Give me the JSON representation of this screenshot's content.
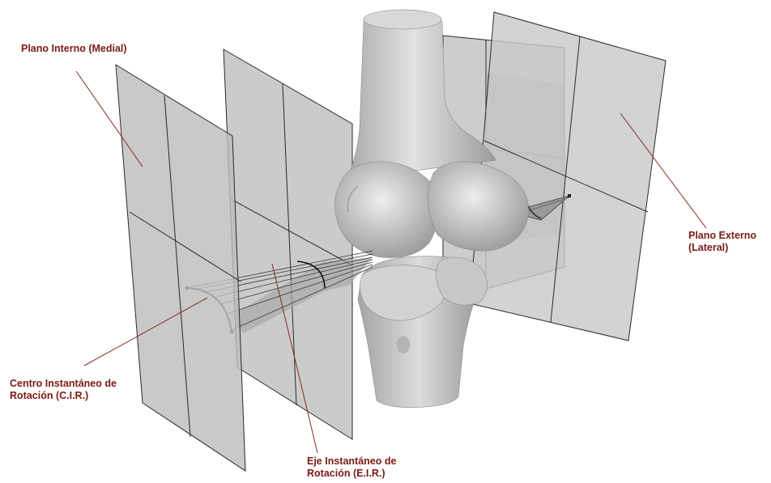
{
  "labels": {
    "medial_plane": "Plano Interno (Medial)",
    "lateral_plane_line1": "Plano Externo",
    "lateral_plane_line2": "(Lateral)",
    "cir_line1": "Centro Instantáneo de",
    "cir_line2": "Rotación (C.I.R.)",
    "eir_line1": "Eje Instantáneo de",
    "eir_line2": "Rotación (E.I.R.)"
  },
  "colors": {
    "label_text": "#7a1a14",
    "leader_line": "#8a2a22",
    "plane_fill": "#b9b9b9",
    "plane_stroke": "#2a2a2a",
    "bone": "#d6d6d6"
  }
}
